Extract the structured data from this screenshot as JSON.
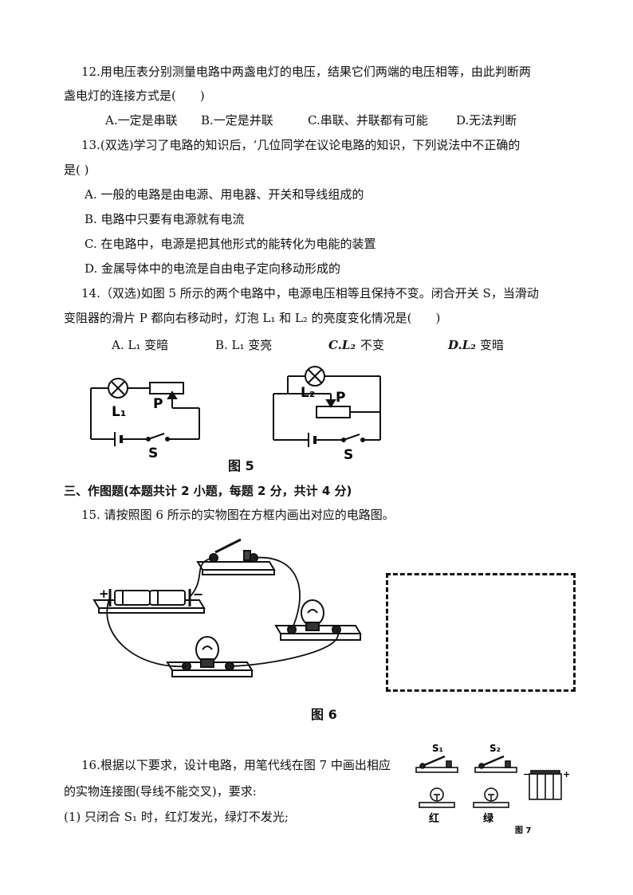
{
  "q12": {
    "line1": "12.用电压表分别测量电路中两盏电灯的电压，结果它们两端的电压相等，由此判断两",
    "line2": "盏电灯的连接方式是(　　)",
    "options": [
      "A.一定是串联",
      "B.一定是并联",
      "C.串联、并联都有可能",
      "D.无法判断"
    ]
  },
  "q13": {
    "line1": "13.(双选)学习了电路的知识后，‘几位同学在议论电路的知识，下列说法中不正确的",
    "line2": "是( )",
    "options": [
      "A.  一般的电路是由电源、用电器、开关和导线组成的",
      "B.  电路中只要有电源就有电流",
      "C.  在电路中，电源是把其他形式的能转化为电能的装置",
      "D.  金属导体中的电流是自由电子定向移动形成的"
    ]
  },
  "q14": {
    "line1": "14.（双选)如图 5 所示的两个电路中，电源电压相等且保持不变。闭合开关 S，当滑动",
    "line2": "变阻器的滑片 P 都向右移动时，灯泡 L₁ 和 L₂ 的亮度变化情况是(　　)",
    "options": [
      "A. L₁ 变暗",
      "B. L₁ 变亮",
      "C.L₂",
      "不变",
      "D.L₂",
      "变暗"
    ]
  },
  "fig5": {
    "caption": "图 5",
    "left": {
      "lamp": "L₁",
      "slider": "P",
      "switch": "S"
    },
    "right": {
      "lamp": "L₂",
      "slider": "P",
      "switch": "S"
    }
  },
  "section3": {
    "heading": "三、作图题(本题共计 2 小题，每题 2 分，共计 4 分)"
  },
  "q15": {
    "text": "15.  请按照图 6 所示的实物图在方框内画出对应的电路图。"
  },
  "fig6": {
    "caption": "图 6",
    "plus": "+",
    "minus": "−"
  },
  "q16": {
    "line1": "16.根据以下要求，设计电路，用笔代线在图 7 中画出相应",
    "line2": "的实物连接图(导线不能交叉)，要求:",
    "line3": "(1)  只闭合 S₁ 时，红灯发光，绿灯不发光;"
  },
  "fig7": {
    "caption": "图 7",
    "s1": "S₁",
    "s2": "S₂",
    "red": "红",
    "green": "绿",
    "minus": "−",
    "plus": "+"
  }
}
